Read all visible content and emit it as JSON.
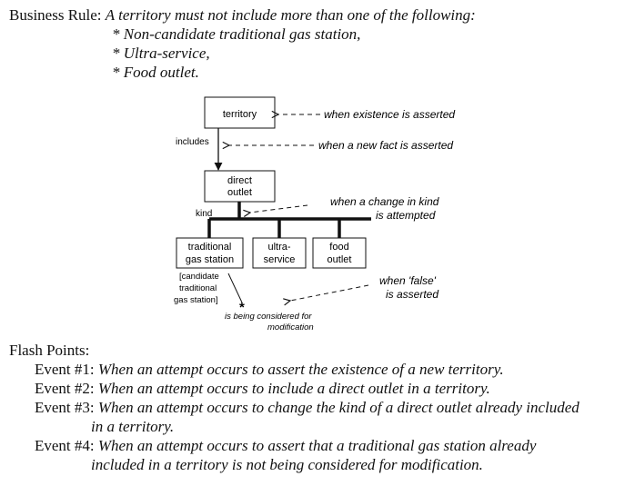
{
  "business_rule": {
    "label": "Business Rule:",
    "statement": "A territory must not include more than one of the following:",
    "items": [
      "* Non-candidate traditional gas station,",
      "* Ultra-service,",
      "* Food outlet."
    ]
  },
  "diagram": {
    "territory": "territory",
    "includes": "includes",
    "direct_outlet_l1": "direct",
    "direct_outlet_l2": "outlet",
    "kind": "kind",
    "trad_l1": "traditional",
    "trad_l2": "gas station",
    "ultra_l1": "ultra-",
    "ultra_l2": "service",
    "food_l1": "food",
    "food_l2": "outlet",
    "candidate_l1": "[candidate",
    "candidate_l2": "traditional",
    "candidate_l3": "gas station]",
    "asterisk": "*",
    "modification_l1": "is being considered for",
    "modification_l2": "modification",
    "ann_existence": "when existence is asserted",
    "ann_new_fact": "when a new fact is asserted",
    "ann_change_l1": "when a change in kind",
    "ann_change_l2": "is attempted",
    "ann_false_l1": "when 'false'",
    "ann_false_l2": "is asserted"
  },
  "flash_points": {
    "label": "Flash Points:",
    "events": [
      {
        "label": "Event #1:",
        "text": "When an attempt occurs to assert the existence of a new territory."
      },
      {
        "label": "Event #2:",
        "text": "When an attempt occurs to include a direct outlet in a territory."
      },
      {
        "label": "Event #3:",
        "text": "When an attempt occurs to change the kind of a direct outlet already included",
        "cont": "in a territory."
      },
      {
        "label": "Event #4:",
        "text": "When an attempt occurs to assert that a traditional gas station already",
        "cont": "included in a territory is not being considered for modification."
      }
    ]
  }
}
